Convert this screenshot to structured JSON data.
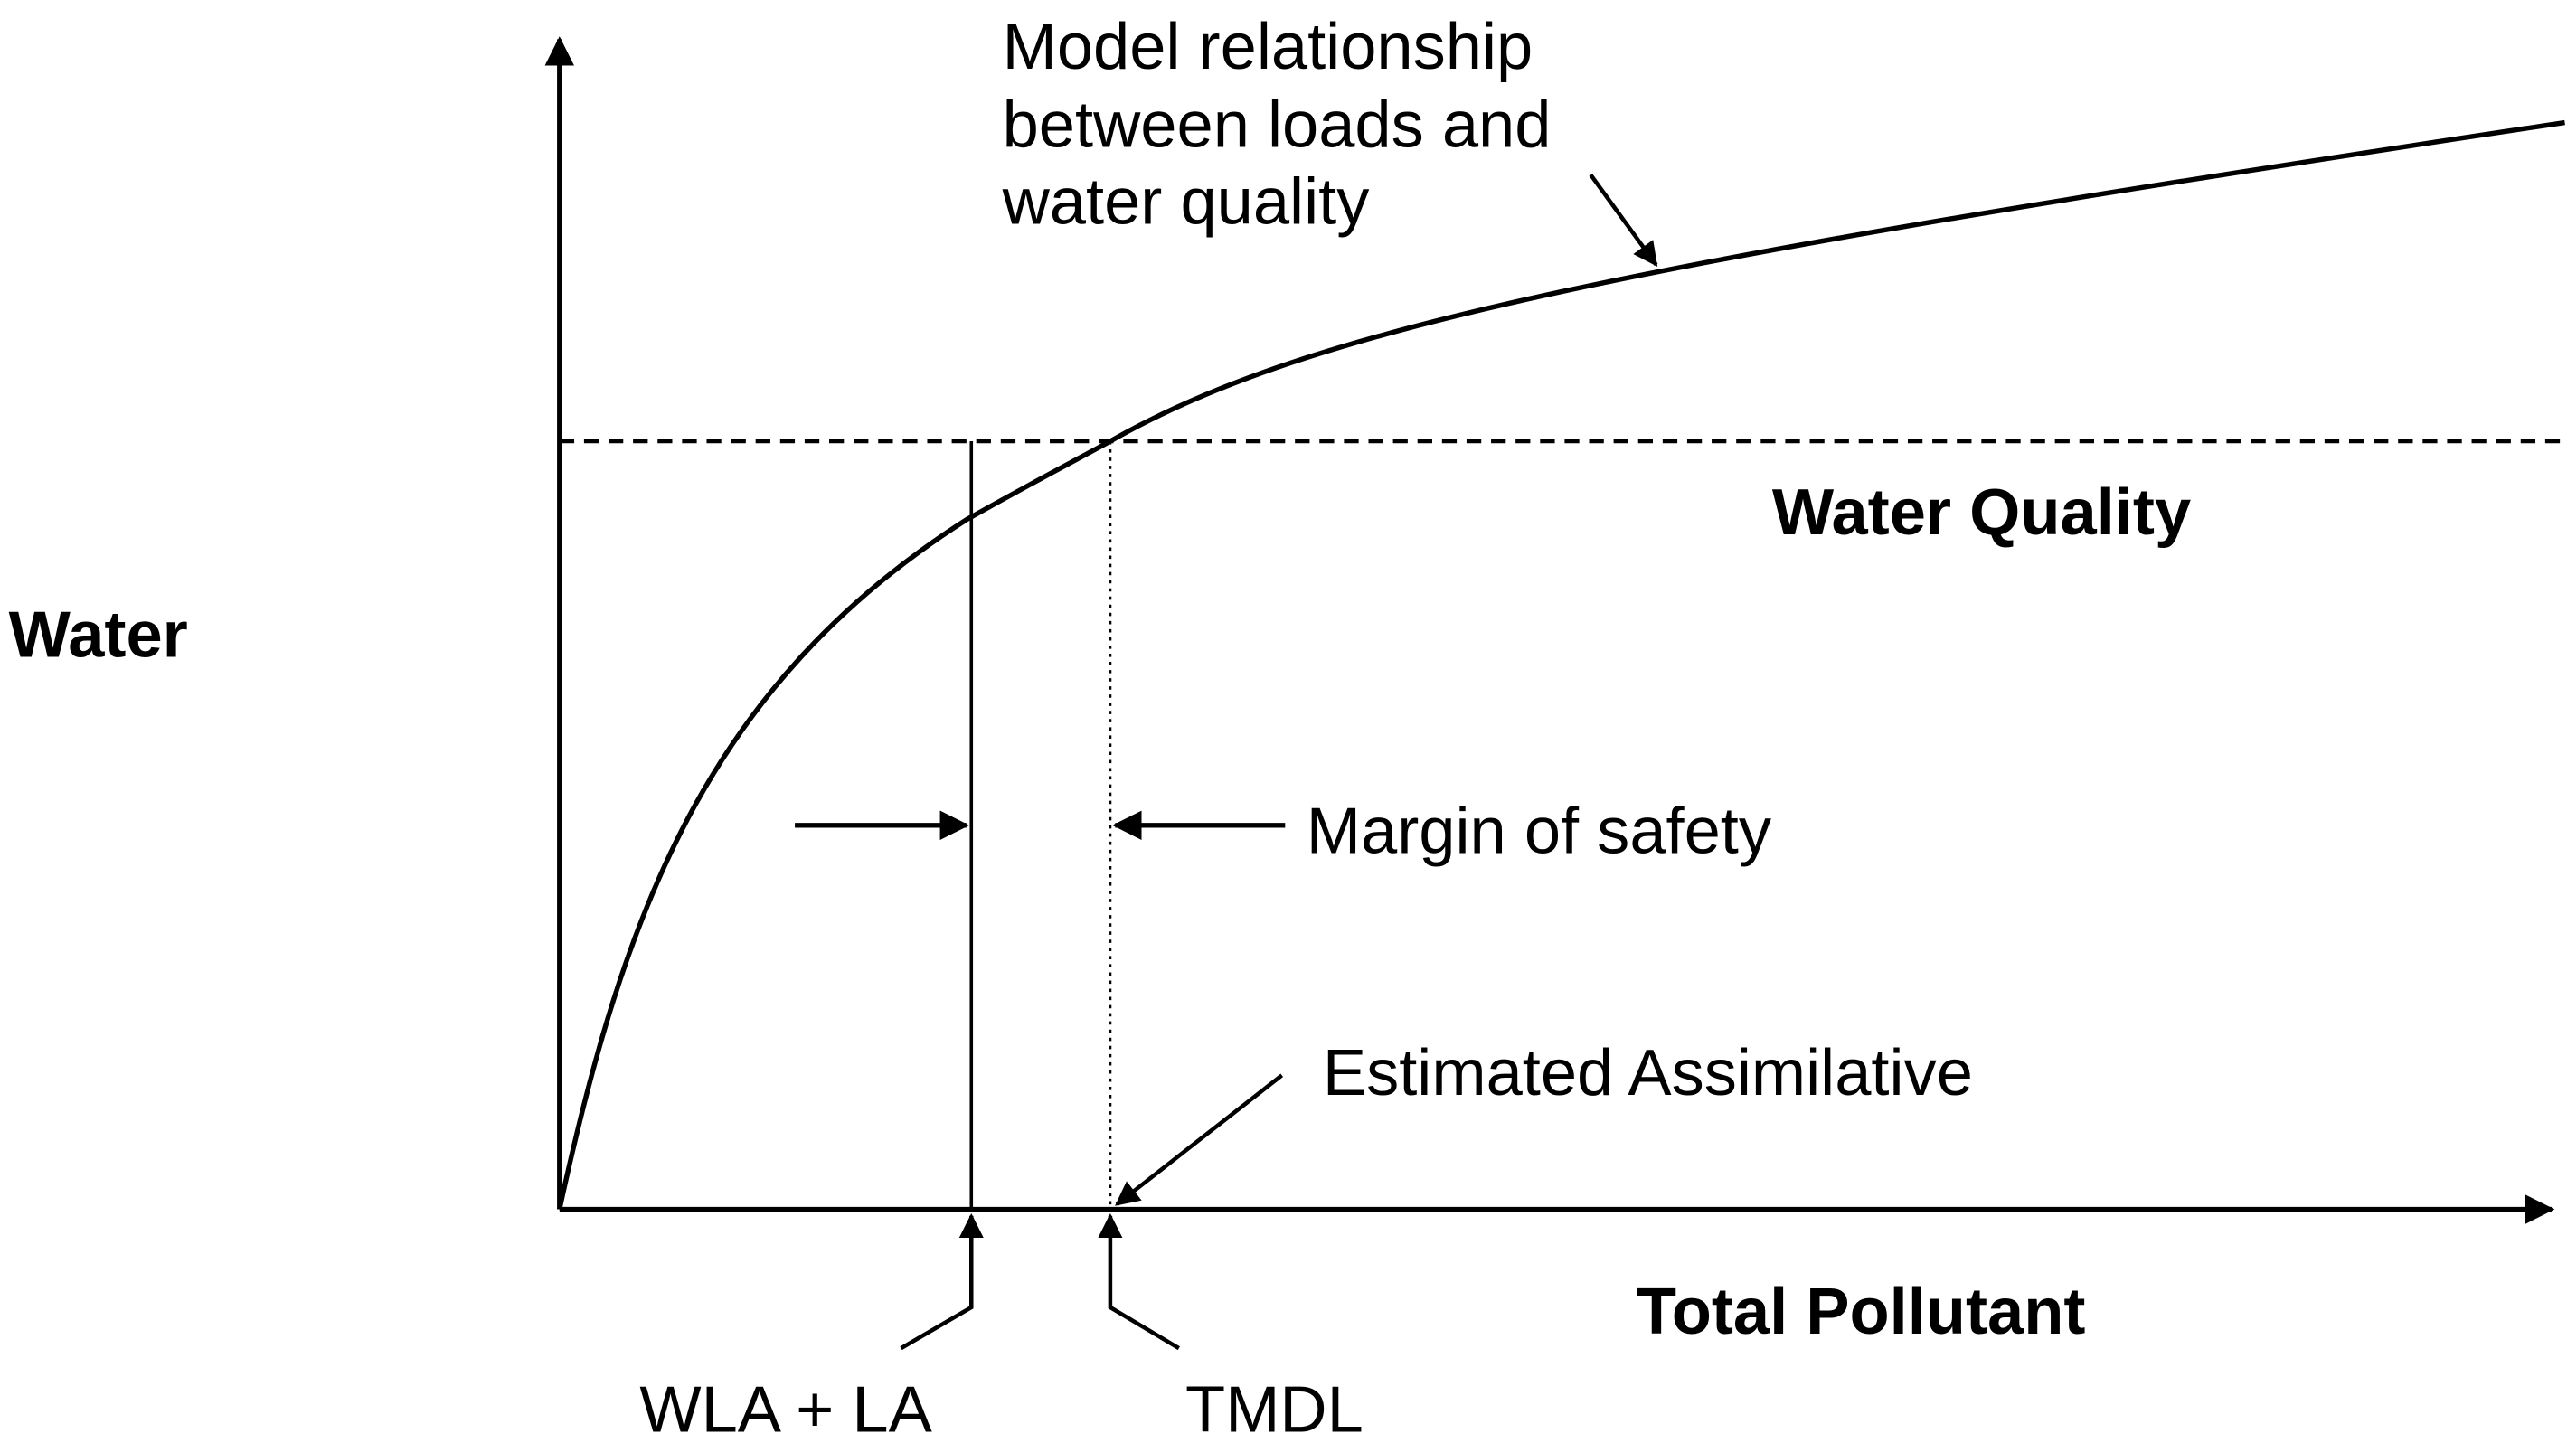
{
  "labels": {
    "y_axis": "Water",
    "x_axis": "Total Pollutant",
    "curve_label_lines": [
      "Model relationship",
      "between loads and",
      "water quality"
    ],
    "threshold": "Water Quality",
    "margin": "Margin of safety",
    "assimilative": "Estimated Assimilative",
    "wla_la": "WLA + LA",
    "tmdl": "TMDL"
  },
  "colors": {
    "ink": "#000000",
    "background": "#ffffff"
  }
}
